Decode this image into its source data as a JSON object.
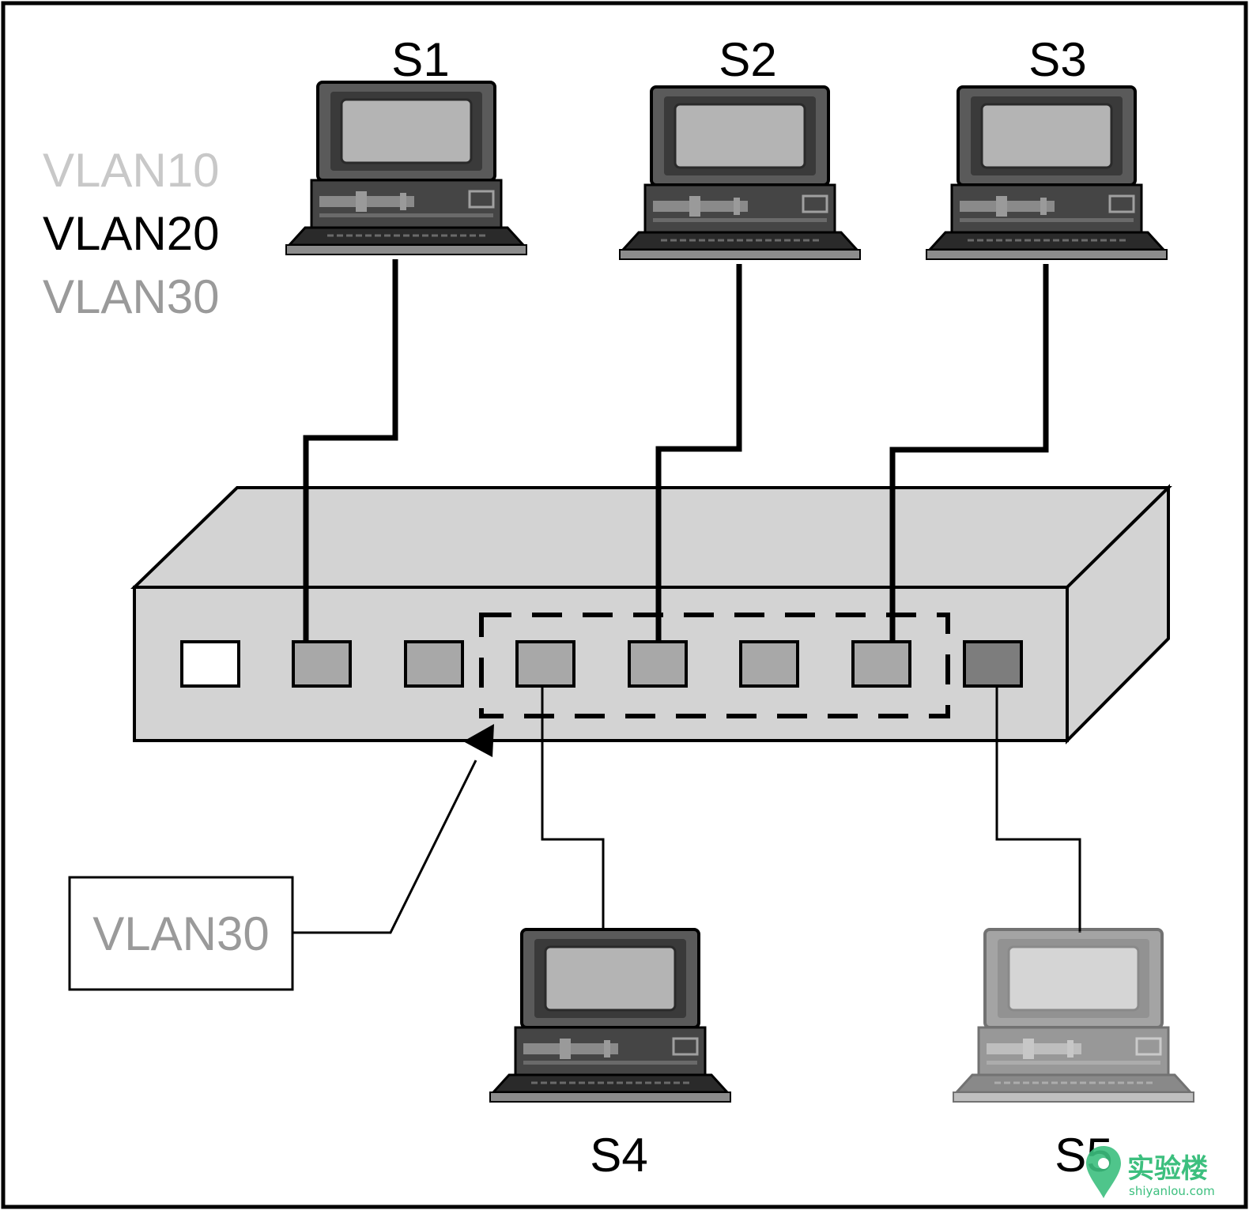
{
  "legend": [
    {
      "label": "VLAN10",
      "color": "#c8c8c8"
    },
    {
      "label": "VLAN20",
      "color": "#000000"
    },
    {
      "label": "VLAN30",
      "color": "#9a9a9a"
    }
  ],
  "hosts": {
    "s1": "S1",
    "s2": "S2",
    "s3": "S3",
    "s4": "S4",
    "s5": "S5"
  },
  "callout": {
    "label": "VLAN30",
    "color": "#9a9a9a"
  },
  "watermark": {
    "brand": "实验楼",
    "domain": "shiyanlou.com",
    "color": "#3cbf7e"
  },
  "colors": {
    "switch_body": "#d3d3d3",
    "port": "#a8a8a8",
    "port_uplink": "#7d7d7d",
    "port_white": "#ffffff"
  }
}
